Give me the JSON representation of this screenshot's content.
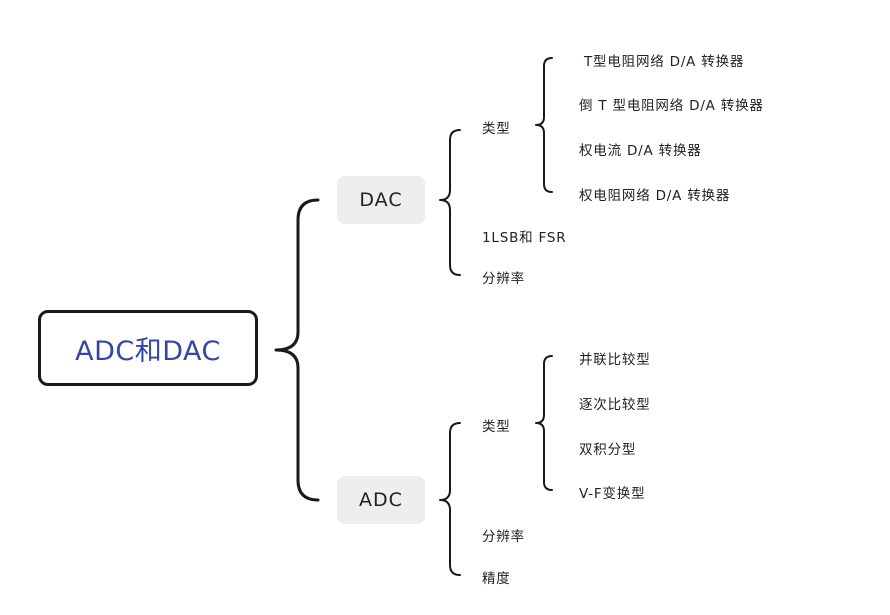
{
  "root": {
    "label": "ADC和DAC"
  },
  "dac": {
    "label": "DAC",
    "type_label": "类型",
    "types": [
      "T型电阻网络 D/A 转换器",
      "倒 T 型电阻网络 D/A 转换器",
      "权电流 D/A 转换器",
      "权电阻网络 D/A 转换器"
    ],
    "items": [
      "1LSB和 FSR",
      "分辨率"
    ]
  },
  "adc": {
    "label": "ADC",
    "type_label": "类型",
    "types": [
      "并联比较型",
      "逐次比较型",
      "双积分型",
      "V-F变换型"
    ],
    "items": [
      "分辨率",
      "精度"
    ]
  }
}
